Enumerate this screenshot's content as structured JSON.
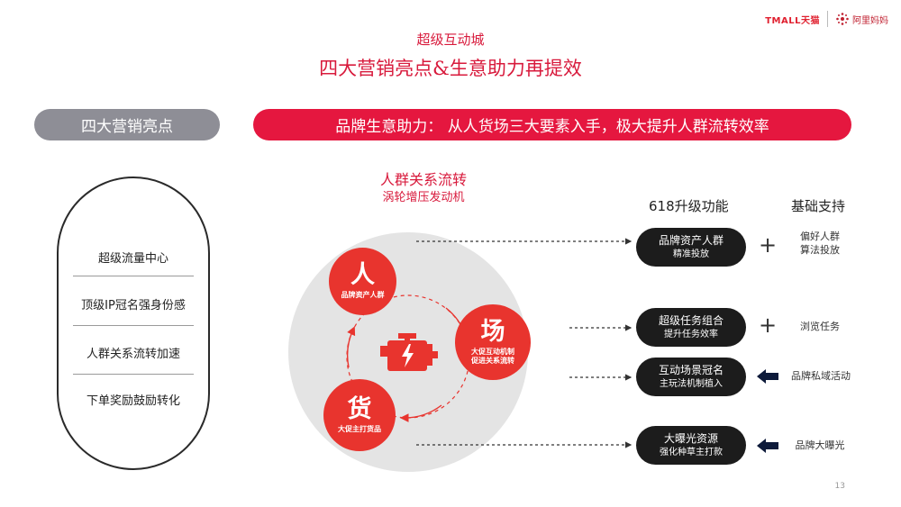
{
  "logos": {
    "tmall": "TMALL天猫",
    "alimama": "阿里妈妈"
  },
  "kicker": "超级互动城",
  "title": "四大营销亮点&生意助力再提效",
  "left_pill": "四大营销亮点",
  "right_pill": "品牌生意助力：  从人货场三大要素入手，极大提升人群流转效率",
  "highlights": [
    "超级流量中心",
    "顶级IP冠名强身份感",
    "人群关系流转加速",
    "下单奖励鼓励转化"
  ],
  "center": {
    "title": "人群关系流转",
    "subtitle": "涡轮增压发动机",
    "nodes": [
      {
        "glyph": "人",
        "caption": "品牌资产人群"
      },
      {
        "glyph": "场",
        "caption_l1": "大促互动机制",
        "caption_l2": "促进关系流转"
      },
      {
        "glyph": "货",
        "caption": "大促主打货品"
      }
    ]
  },
  "columns": {
    "upgrade": "618升级功能",
    "support": "基础支持"
  },
  "features": [
    {
      "l1": "品牌资产人群",
      "l2": "精准投放",
      "connector": "plus",
      "support_l1": "偏好人群",
      "support_l2": "算法投放"
    },
    {
      "l1": "超级任务组合",
      "l2": "提升任务效率",
      "connector": "plus",
      "support_l1": "浏览任务",
      "support_l2": ""
    },
    {
      "l1": "互动场景冠名",
      "l2": "主玩法机制植入",
      "connector": "arrow",
      "support_l1": "品牌私域活动",
      "support_l2": ""
    },
    {
      "l1": "大曝光资源",
      "l2": "强化种草主打款",
      "connector": "arrow",
      "support_l1": "品牌大曝光",
      "support_l2": ""
    }
  ],
  "page_number": "13",
  "colors": {
    "accent": "#e5173f",
    "node": "#e8342e",
    "feature": "#1c1c1c",
    "grey_pill": "#8e8e96"
  }
}
